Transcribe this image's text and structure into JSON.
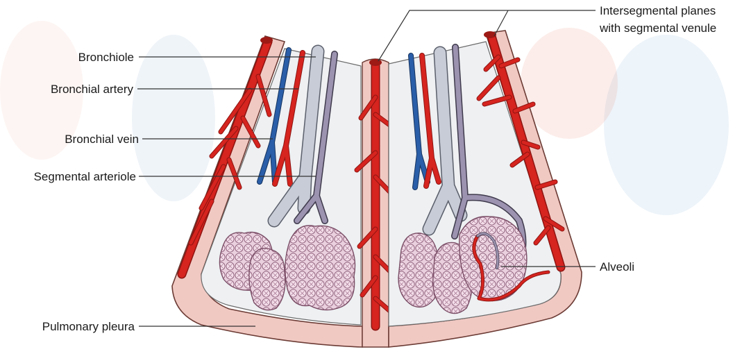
{
  "labels": {
    "bronchiole": "Bronchiole",
    "bronchial_artery": "Bronchial artery",
    "bronchial_vein": "Bronchial vein",
    "segmental_arteriole": "Segmental arteriole",
    "pulmonary_pleura": "Pulmonary pleura",
    "intersegmental_line1": "Intersegmental planes",
    "intersegmental_line2": "with segmental venule",
    "alveoli": "Alveoli"
  },
  "colors": {
    "artery": "#d6241f",
    "vein": "#2a5ea8",
    "bronchiole": "#c8ccd6",
    "segmental": "#9c93b0",
    "pleura": "#f1c9c3",
    "alveoli": "#e9c4d8"
  }
}
